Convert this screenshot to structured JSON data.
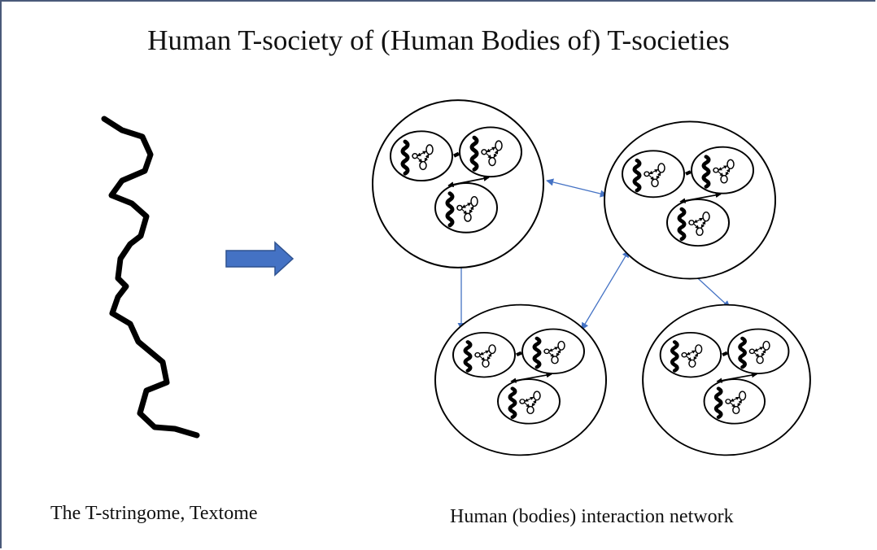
{
  "title": "Human T-society of (Human Bodies of) T-societies",
  "left_caption": "The T-stringome,  Textome",
  "right_caption": "Human (bodies) interaction network",
  "colors": {
    "arrow_fill": "#4472c4",
    "link_line": "#4472c4",
    "outline": "#000000"
  },
  "icons": {
    "string": "wavy-string-icon",
    "arrow": "right-arrow-icon",
    "body": "human-body-icon",
    "cell": "cell-icon"
  }
}
